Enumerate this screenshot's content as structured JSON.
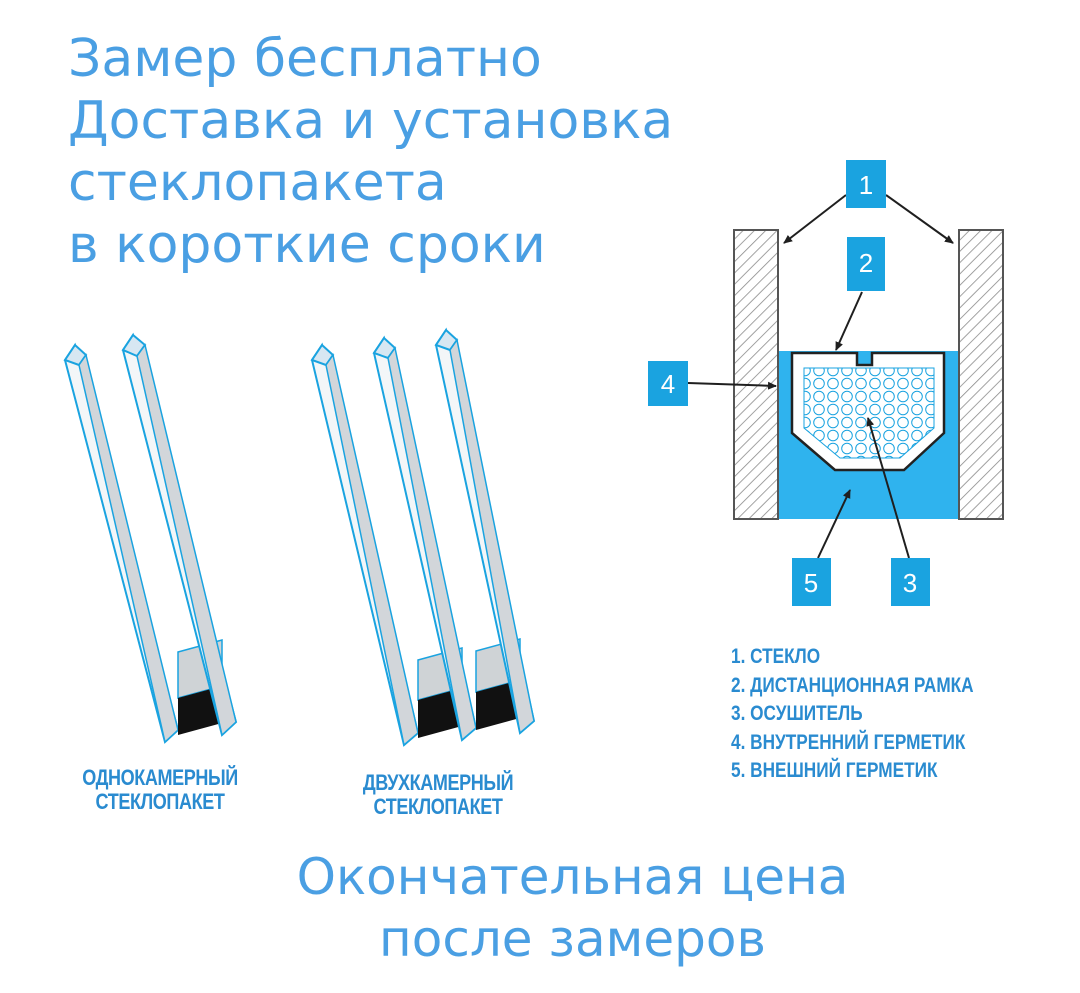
{
  "headline": {
    "lines": [
      "Замер бесплатно",
      "Доставка и установка",
      "стеклопакета",
      "в короткие сроки"
    ]
  },
  "single_unit": {
    "caption_line1": "ОДНОКАМЕРНЫЙ",
    "caption_line2": "СТЕКЛОПАКЕТ"
  },
  "double_unit": {
    "caption_line1": "ДВУХКАМЕРНЫЙ",
    "caption_line2": "СТЕКЛОПАКЕТ"
  },
  "cross_section": {
    "callouts": [
      "1",
      "2",
      "3",
      "4",
      "5"
    ]
  },
  "legend": {
    "items": [
      "1. СТЕКЛО",
      "2. ДИСТАНЦИОННАЯ РАМКА",
      "3. ОСУШИТЕЛЬ",
      "4. ВНУТРЕННИЙ ГЕРМЕТИК",
      "5. ВНЕШНИЙ ГЕРМЕТИК"
    ]
  },
  "footer": {
    "lines": [
      "Окончательная цена",
      "после замеров"
    ]
  },
  "colors": {
    "accent": "#4a9fe3",
    "diagram_blue": "#1aa3e0",
    "sealant": "#2fb3ee",
    "spacer": "#111111"
  }
}
